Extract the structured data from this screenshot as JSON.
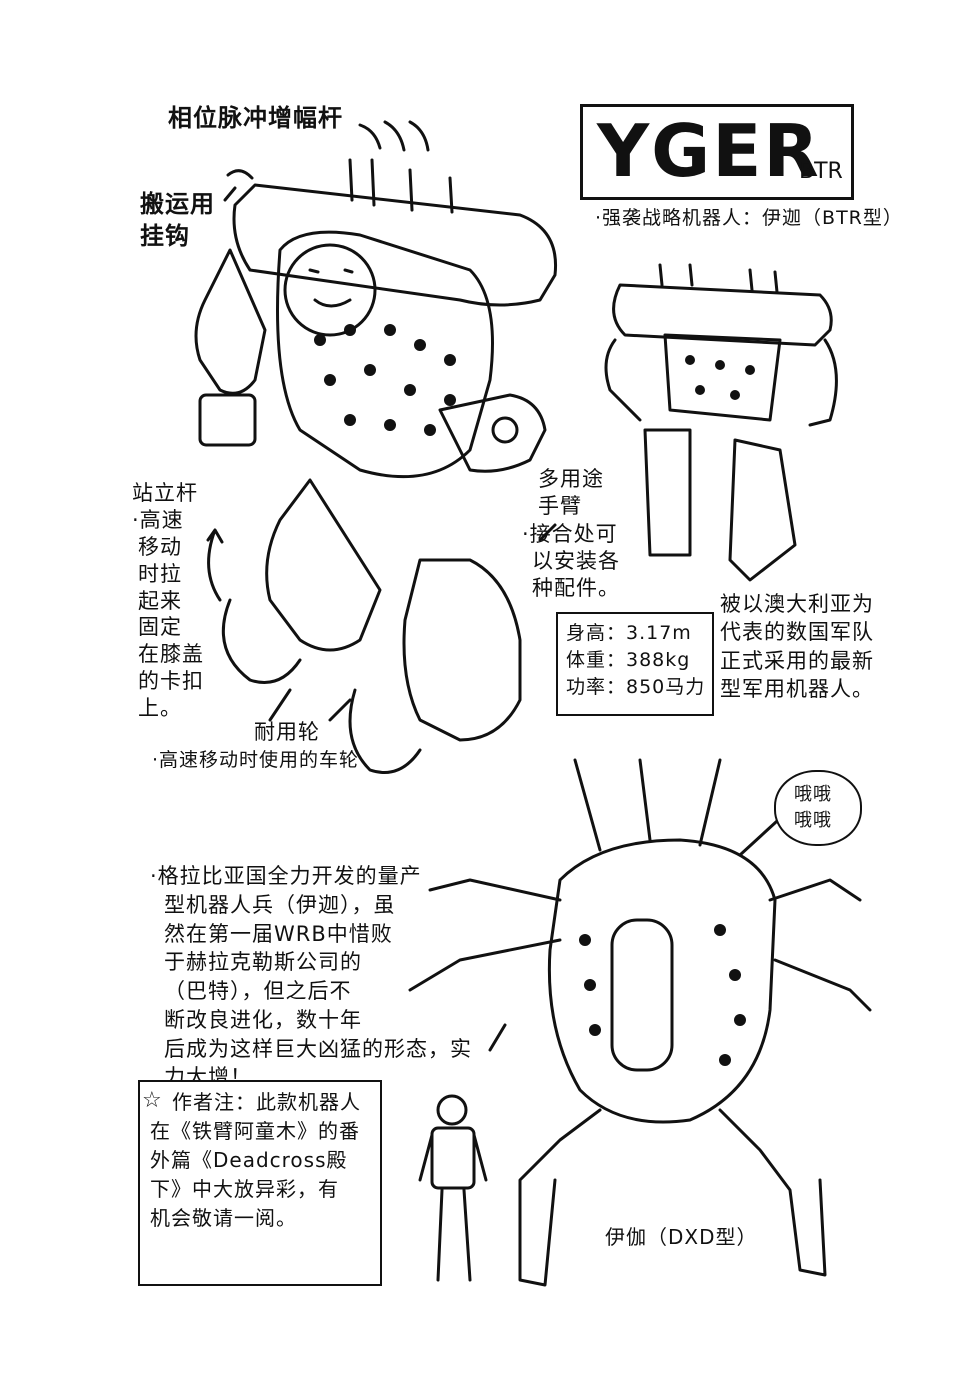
{
  "title": {
    "main": "YGER",
    "sub": "BTR"
  },
  "caption_main": "·强袭战略机器人：伊迦（BTR型）",
  "label_phase_rods": "相位脉冲增幅杆",
  "label_hook": [
    "搬运用",
    "挂钩"
  ],
  "label_stand_rod": [
    "站立杆",
    "·高速",
    "移动",
    "时拉",
    "起来",
    "固定",
    "在膝盖",
    "的卡扣",
    "上。"
  ],
  "label_arm": [
    "多用途",
    "手臂",
    "·接合处可",
    "以安装各",
    "种配件。"
  ],
  "specs": {
    "height": "身高：3.17m",
    "weight": "体重：388kg",
    "power": "功率：850马力"
  },
  "adoption_note": [
    "被以澳大利亚为",
    "代表的数国军队",
    "正式采用的最新",
    "型军用机器人。"
  ],
  "label_wheel": {
    "name": "耐用轮",
    "desc": "·高速移动时使用的车轮"
  },
  "speech": [
    "哦哦",
    "哦哦"
  ],
  "history_note": [
    "·格拉比亚国全力开发的量产",
    "型机器人兵（伊迦），虽",
    "然在第一届WRB中惜败",
    "于赫拉克勒斯公司的",
    "（巴特），但之后不",
    "断改良进化，数十年",
    "后成为这样巨大凶猛的形态，实",
    "力大增！"
  ],
  "author_note": [
    "作者注：此款机器人",
    "在《铁臂阿童木》的番",
    "外篇《Deadcross殿",
    "下》中大放异彩，有",
    "机会敬请一阅。"
  ],
  "author_star": "☆",
  "dxd_caption": "伊伽（DXD型）"
}
